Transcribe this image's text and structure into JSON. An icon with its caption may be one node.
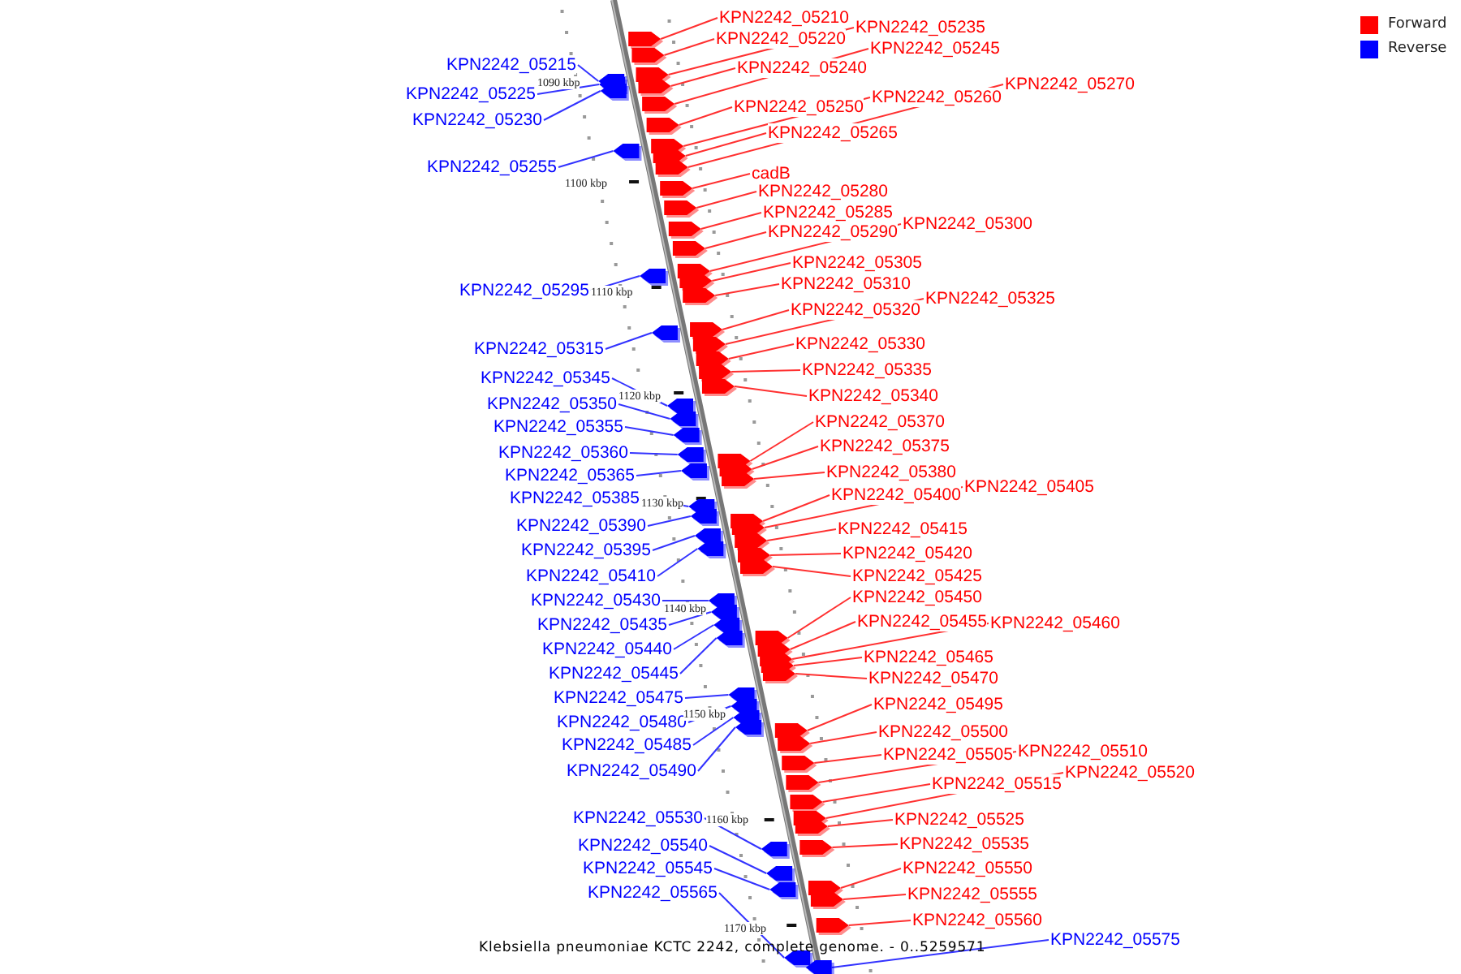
{
  "diagram": {
    "caption": "Klebsiella pneumoniae KCTC 2242, complete genome. - 0..5259571",
    "nodes": [
      {
        "text": [
          "KPN2242_05210"
        ]
      },
      {
        "text": [
          "KPN2242_05215"
        ]
      },
      {
        "text": [
          "KPN2242_05220"
        ]
      },
      {
        "text": [
          "KPN2242_05225"
        ]
      },
      {
        "text": [
          "KPN2242_05230"
        ]
      },
      {
        "text": [
          "KPN2242_05235"
        ]
      },
      {
        "text": [
          "KPN2242_05240"
        ]
      },
      {
        "text": [
          "KPN2242_05245"
        ]
      },
      {
        "text": [
          "KPN2242_05250"
        ]
      },
      {
        "text": [
          "KPN2242_05255"
        ]
      },
      {
        "text": [
          "KPN2242_05260"
        ]
      },
      {
        "text": [
          "KPN2242_05265"
        ]
      },
      {
        "text": [
          "KPN2242_05270"
        ]
      },
      {
        "text": [
          "cadB"
        ]
      },
      {
        "text": [
          "KPN2242_05280"
        ]
      },
      {
        "text": [
          "KPN2242_05285"
        ]
      },
      {
        "text": [
          "KPN2242_05290"
        ]
      },
      {
        "text": [
          "KPN2242_05295"
        ]
      },
      {
        "text": [
          "KPN2242_05300"
        ]
      },
      {
        "text": [
          "KPN2242_05305"
        ]
      },
      {
        "text": [
          "KPN2242_05310"
        ]
      },
      {
        "text": [
          "KPN2242_05315"
        ]
      },
      {
        "text": [
          "KPN2242_05320"
        ]
      },
      {
        "text": [
          "KPN2242_05325"
        ]
      },
      {
        "text": [
          "KPN2242_05330"
        ]
      },
      {
        "text": [
          "KPN2242_05335"
        ]
      },
      {
        "text": [
          "KPN2242_05340"
        ]
      },
      {
        "text": [
          "KPN2242_05345"
        ]
      },
      {
        "text": [
          "KPN2242_05350"
        ]
      },
      {
        "text": [
          "KPN2242_05355"
        ]
      },
      {
        "text": [
          "KPN2242_05360"
        ]
      },
      {
        "text": [
          "KPN2242_05365"
        ]
      },
      {
        "text": [
          "KPN2242_05370"
        ]
      },
      {
        "text": [
          "KPN2242_05375"
        ]
      },
      {
        "text": [
          "KPN2242_05380"
        ]
      },
      {
        "text": [
          "KPN2242_05385"
        ]
      },
      {
        "text": [
          "KPN2242_05390"
        ]
      },
      {
        "text": [
          "KPN2242_05395"
        ]
      },
      {
        "text": [
          "KPN2242_05400"
        ]
      },
      {
        "text": [
          "KPN2242_05405"
        ]
      },
      {
        "text": [
          "KPN2242_05410"
        ]
      },
      {
        "text": [
          "KPN2242_05415"
        ]
      },
      {
        "text": [
          "KPN2242_05420"
        ]
      },
      {
        "text": [
          "KPN2242_05425"
        ]
      },
      {
        "text": [
          "KPN2242_05430"
        ]
      },
      {
        "text": [
          "KPN2242_05435"
        ]
      },
      {
        "text": [
          "KPN2242_05440"
        ]
      },
      {
        "text": [
          "KPN2242_05445"
        ]
      },
      {
        "text": [
          "KPN2242_05450"
        ]
      },
      {
        "text": [
          "KPN2242_05455"
        ]
      },
      {
        "text": [
          "KPN2242_05460"
        ]
      },
      {
        "text": [
          "KPN2242_05465"
        ]
      },
      {
        "text": [
          "KPN2242_05470"
        ]
      },
      {
        "text": [
          "KPN2242_05475"
        ]
      },
      {
        "text": [
          "KPN2242_05480"
        ]
      },
      {
        "text": [
          "KPN2242_05485"
        ]
      },
      {
        "text": [
          "KPN2242_05490"
        ]
      },
      {
        "text": [
          "KPN2242_05495"
        ]
      },
      {
        "text": [
          "KPN2242_05500"
        ]
      },
      {
        "text": [
          "KPN2242_05505"
        ]
      },
      {
        "text": [
          "KPN2242_05510"
        ]
      },
      {
        "text": [
          "KPN2242_05515"
        ]
      },
      {
        "text": [
          "KPN2242_05520"
        ]
      },
      {
        "text": [
          "KPN2242_05525"
        ]
      },
      {
        "text": [
          "KPN2242_05530"
        ]
      },
      {
        "text": [
          "KPN2242_05535"
        ]
      },
      {
        "text": [
          "KPN2242_05540"
        ]
      },
      {
        "text": [
          "KPN2242_05545"
        ]
      },
      {
        "text": [
          "KPN2242_05550"
        ]
      },
      {
        "text": [
          "KPN2242_05555"
        ]
      },
      {
        "text": [
          "KPN2242_05560"
        ]
      },
      {
        "text": [
          "KPN2242_05565"
        ]
      },
      {
        "text": [
          "KPN2242_05575"
        ]
      },
      {
        "text": [],
        "shape": "arrow"
      },
      {
        "text": [],
        "shape": "arrow"
      },
      {
        "text": [],
        "shape": "arrow"
      },
      {
        "text": [],
        "shape": "arrow"
      },
      {
        "text": [],
        "shape": "arrow"
      },
      {
        "text": [],
        "shape": "arrow"
      },
      {
        "text": [],
        "shape": "arrow"
      },
      {
        "text": [],
        "shape": "arrow"
      },
      {
        "text": [],
        "shape": "arrow"
      },
      {
        "text": [],
        "shape": "arrow"
      },
      {
        "text": [],
        "shape": "arrow"
      },
      {
        "text": [],
        "shape": "arrow"
      },
      {
        "text": [],
        "shape": "arrow"
      },
      {
        "text": [],
        "shape": "arrow"
      },
      {
        "text": [],
        "shape": "arrow"
      },
      {
        "text": [],
        "shape": "arrow"
      },
      {
        "text": [],
        "shape": "arrow"
      },
      {
        "text": [],
        "shape": "arrow"
      },
      {
        "text": [],
        "shape": "arrow"
      },
      {
        "text": [],
        "shape": "arrow"
      },
      {
        "text": [],
        "shape": "arrow"
      },
      {
        "text": [],
        "shape": "arrow"
      },
      {
        "text": [],
        "shape": "arrow"
      },
      {
        "text": [],
        "shape": "arrow"
      },
      {
        "text": [],
        "shape": "arrow"
      },
      {
        "text": [],
        "shape": "arrow"
      },
      {
        "text": [],
        "shape": "arrow"
      },
      {
        "text": [],
        "shape": "arrow"
      },
      {
        "text": [],
        "shape": "arrow"
      },
      {
        "text": [],
        "shape": "arrow"
      },
      {
        "text": [],
        "shape": "arrow"
      },
      {
        "text": [],
        "shape": "arrow"
      },
      {
        "text": [],
        "shape": "arrow"
      },
      {
        "text": [],
        "shape": "arrow"
      },
      {
        "text": [],
        "shape": "arrow"
      },
      {
        "text": [],
        "shape": "arrow"
      },
      {
        "text": [],
        "shape": "arrow"
      },
      {
        "text": [],
        "shape": "arrow"
      },
      {
        "text": [],
        "shape": "arrow"
      },
      {
        "text": [],
        "shape": "arrow"
      },
      {
        "text": [],
        "shape": "arrow"
      },
      {
        "text": [],
        "shape": "arrow"
      },
      {
        "text": [],
        "shape": "arrow"
      },
      {
        "text": [],
        "shape": "arrow"
      },
      {
        "text": [],
        "shape": "arrow"
      },
      {
        "text": [],
        "shape": "arrow"
      },
      {
        "text": [],
        "shape": "arrow"
      },
      {
        "text": [],
        "shape": "arrow"
      },
      {
        "text": [],
        "shape": "arrow"
      },
      {
        "text": [],
        "shape": "arrow"
      },
      {
        "text": [],
        "shape": "arrow"
      },
      {
        "text": [],
        "shape": "arrow"
      },
      {
        "text": [],
        "shape": "arrow"
      },
      {
        "text": [],
        "shape": "arrow"
      },
      {
        "text": [],
        "shape": "arrow"
      },
      {
        "text": [],
        "shape": "arrow"
      },
      {
        "text": [],
        "shape": "arrow"
      },
      {
        "text": [],
        "shape": "arrow"
      },
      {
        "text": [],
        "shape": "arrow"
      },
      {
        "text": [],
        "shape": "arrow"
      },
      {
        "text": [],
        "shape": "arrow"
      },
      {
        "text": [],
        "shape": "arrow"
      },
      {
        "text": [],
        "shape": "arrow"
      },
      {
        "text": [],
        "shape": "arrow"
      },
      {
        "text": [],
        "shape": "arrow"
      },
      {
        "text": [],
        "shape": "arrow"
      },
      {
        "text": [],
        "shape": "arrow"
      },
      {
        "text": [],
        "shape": "arrow"
      },
      {
        "text": [],
        "shape": "arrow"
      },
      {
        "text": [],
        "shape": "arrow"
      },
      {
        "text": [],
        "shape": "arrow"
      },
      {
        "text": [],
        "shape": "arrow"
      },
      {
        "text": [],
        "shape": "arrow"
      }
    ],
    "edges": [
      {
        "from": 0,
        "to": 73,
        "arrow": "none"
      },
      {
        "from": 1,
        "to": 74,
        "arrow": "none",
        "color": "#3333ff"
      },
      {
        "from": 2,
        "to": 75,
        "arrow": "none"
      },
      {
        "from": 3,
        "to": 76,
        "arrow": "none",
        "color": "#3333ff"
      },
      {
        "from": 4,
        "to": 77,
        "arrow": "none",
        "color": "#3333ff"
      },
      {
        "from": 5,
        "to": 78,
        "arrow": "none"
      },
      {
        "from": 6,
        "to": 79,
        "arrow": "none"
      },
      {
        "from": 7,
        "to": 80,
        "arrow": "none"
      },
      {
        "from": 8,
        "to": 81,
        "arrow": "none"
      },
      {
        "from": 9,
        "to": 82,
        "arrow": "none",
        "color": "#3333ff"
      },
      {
        "from": 10,
        "to": 83,
        "arrow": "none"
      },
      {
        "from": 11,
        "to": 84,
        "arrow": "none"
      },
      {
        "from": 12,
        "to": 85,
        "arrow": "none"
      },
      {
        "from": 13,
        "to": 86,
        "arrow": "none"
      },
      {
        "from": 14,
        "to": 87,
        "arrow": "none"
      },
      {
        "from": 15,
        "to": 88,
        "arrow": "none"
      },
      {
        "from": 16,
        "to": 89,
        "arrow": "none"
      },
      {
        "from": 17,
        "to": 90,
        "arrow": "none",
        "color": "#3333ff"
      },
      {
        "from": 18,
        "to": 91,
        "arrow": "none"
      },
      {
        "from": 19,
        "to": 92,
        "arrow": "none"
      },
      {
        "from": 20,
        "to": 93,
        "arrow": "none"
      },
      {
        "from": 21,
        "to": 94,
        "arrow": "none",
        "color": "#3333ff"
      },
      {
        "from": 22,
        "to": 95,
        "arrow": "none"
      },
      {
        "from": 23,
        "to": 96,
        "arrow": "none"
      },
      {
        "from": 24,
        "to": 97,
        "arrow": "none"
      },
      {
        "from": 25,
        "to": 98,
        "arrow": "none"
      },
      {
        "from": 26,
        "to": 99,
        "arrow": "none"
      },
      {
        "from": 27,
        "to": 100,
        "arrow": "none",
        "color": "#3333ff"
      },
      {
        "from": 28,
        "to": 101,
        "arrow": "none",
        "color": "#3333ff"
      },
      {
        "from": 29,
        "to": 102,
        "arrow": "none",
        "color": "#3333ff"
      },
      {
        "from": 30,
        "to": 103,
        "arrow": "none",
        "color": "#3333ff"
      },
      {
        "from": 31,
        "to": 104,
        "arrow": "none",
        "color": "#3333ff"
      },
      {
        "from": 32,
        "to": 105,
        "arrow": "none"
      },
      {
        "from": 33,
        "to": 106,
        "arrow": "none"
      },
      {
        "from": 34,
        "to": 107,
        "arrow": "none"
      },
      {
        "from": 35,
        "to": 108,
        "arrow": "none",
        "color": "#3333ff"
      },
      {
        "from": 36,
        "to": 109,
        "arrow": "none",
        "color": "#3333ff"
      },
      {
        "from": 37,
        "to": 110,
        "arrow": "none",
        "color": "#3333ff"
      },
      {
        "from": 38,
        "to": 111,
        "arrow": "none"
      },
      {
        "from": 39,
        "to": 112,
        "arrow": "none"
      },
      {
        "from": 40,
        "to": 113,
        "arrow": "none",
        "color": "#3333ff"
      },
      {
        "from": 41,
        "to": 114,
        "arrow": "none"
      },
      {
        "from": 42,
        "to": 115,
        "arrow": "none"
      },
      {
        "from": 43,
        "to": 116,
        "arrow": "none"
      },
      {
        "from": 44,
        "to": 117,
        "arrow": "none",
        "color": "#3333ff"
      },
      {
        "from": 45,
        "to": 118,
        "arrow": "none",
        "color": "#3333ff"
      },
      {
        "from": 46,
        "to": 119,
        "arrow": "none",
        "color": "#3333ff"
      },
      {
        "from": 47,
        "to": 120,
        "arrow": "none",
        "color": "#3333ff"
      },
      {
        "from": 48,
        "to": 121,
        "arrow": "none"
      },
      {
        "from": 49,
        "to": 122,
        "arrow": "none"
      },
      {
        "from": 50,
        "to": 123,
        "arrow": "none"
      },
      {
        "from": 51,
        "to": 124,
        "arrow": "none"
      },
      {
        "from": 52,
        "to": 125,
        "arrow": "none"
      },
      {
        "from": 53,
        "to": 126,
        "arrow": "none",
        "color": "#3333ff"
      },
      {
        "from": 54,
        "to": 127,
        "arrow": "none",
        "color": "#3333ff"
      },
      {
        "from": 55,
        "to": 128,
        "arrow": "none",
        "color": "#3333ff"
      },
      {
        "from": 56,
        "to": 129,
        "arrow": "none",
        "color": "#3333ff"
      },
      {
        "from": 57,
        "to": 130,
        "arrow": "none"
      },
      {
        "from": 58,
        "to": 131,
        "arrow": "none"
      },
      {
        "from": 59,
        "to": 132,
        "arrow": "none"
      },
      {
        "from": 60,
        "to": 133,
        "arrow": "none"
      },
      {
        "from": 61,
        "to": 134,
        "arrow": "none"
      },
      {
        "from": 62,
        "to": 135,
        "arrow": "none"
      },
      {
        "from": 63,
        "to": 136,
        "arrow": "none"
      },
      {
        "from": 64,
        "to": 137,
        "arrow": "none",
        "color": "#3333ff"
      },
      {
        "from": 65,
        "to": 138,
        "arrow": "none"
      },
      {
        "from": 66,
        "to": 139,
        "arrow": "none",
        "color": "#3333ff"
      },
      {
        "from": 67,
        "to": 140,
        "arrow": "none",
        "color": "#3333ff"
      },
      {
        "from": 68,
        "to": 141,
        "arrow": "none"
      },
      {
        "from": 69,
        "to": 142,
        "arrow": "none"
      },
      {
        "from": 70,
        "to": 143,
        "arrow": "none"
      },
      {
        "from": 71,
        "to": 144,
        "arrow": "none",
        "color": "#3333ff"
      },
      {
        "from": 72,
        "to": 145,
        "arrow": "none",
        "color": "#3333ff"
      }
    ],
    "labels": [
      "1090 kbp",
      "1100 kbp",
      "1110 kbp",
      "1120 kbp",
      "1130 kbp",
      "1140 kbp",
      "1150 kbp",
      "1160 kbp",
      "1170 kbp"
    ],
    "legend": [
      {
        "text": "Forward",
        "color": "#ff0000"
      },
      {
        "text": "Reverse",
        "color": "#0000ff"
      }
    ]
  }
}
